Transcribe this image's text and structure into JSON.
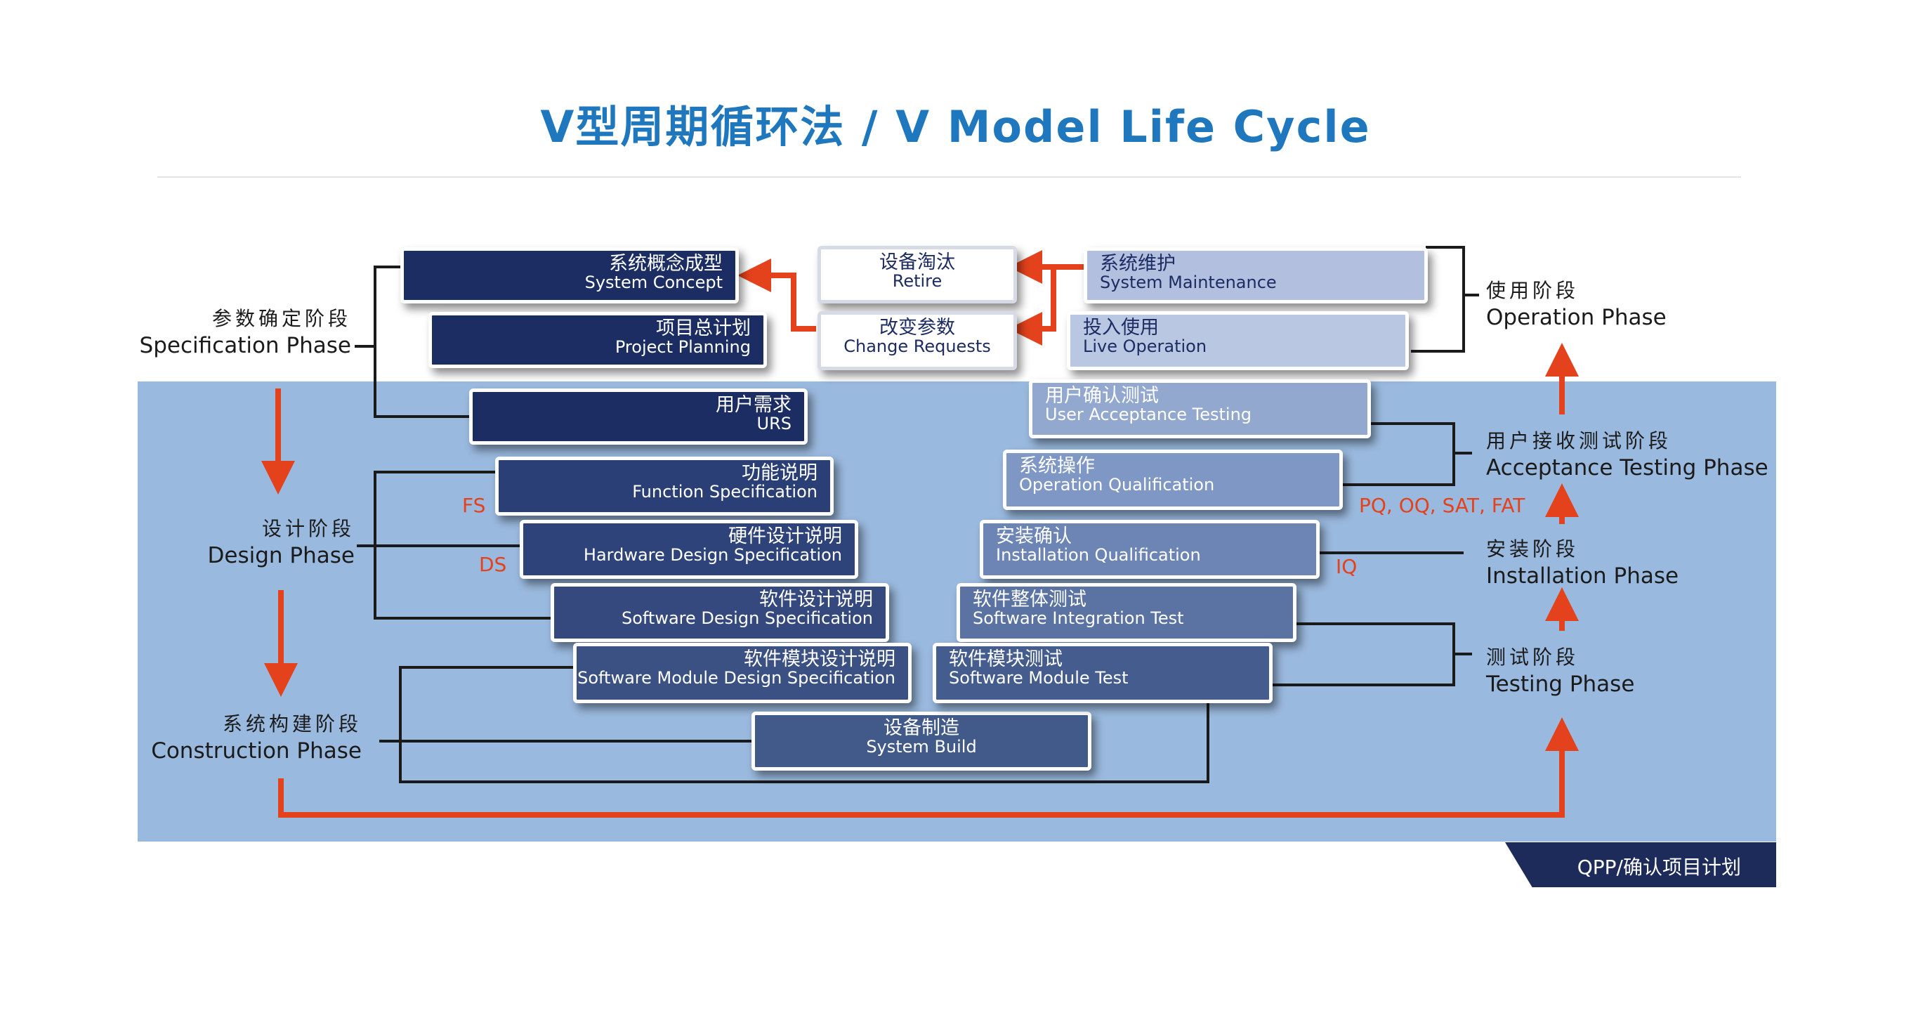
{
  "title": "V型周期循环法 / V Model Life Cycle",
  "colors": {
    "title": "#1f77bd",
    "band": "#9ab9de",
    "arrow": "#e4421c",
    "footer": "#1d2b5a"
  },
  "left_boxes": [
    {
      "zh": "系统概念成型",
      "en": "System Concept"
    },
    {
      "zh": "项目总计划",
      "en": "Project Planning"
    },
    {
      "zh": "用户需求",
      "en": "URS"
    },
    {
      "zh": "功能说明",
      "en": "Function Specification"
    },
    {
      "zh": "硬件设计说明",
      "en": "Hardware  Design Specification"
    },
    {
      "zh": "软件设计说明",
      "en": "Software  Design Specification"
    },
    {
      "zh": "软件模块设计说明",
      "en": "Software  Module  Design Specification"
    }
  ],
  "center_boxes": {
    "retire": {
      "zh": "设备淘汰",
      "en": "Retire"
    },
    "change": {
      "zh": "改变参数",
      "en": "Change Requests"
    },
    "build": {
      "zh": "设备制造",
      "en": "System Build"
    }
  },
  "right_boxes": [
    {
      "zh": "系统维护",
      "en": "System Maintenance"
    },
    {
      "zh": "投入使用",
      "en": "Live Operation"
    },
    {
      "zh": "用户确认测试",
      "en": "User Acceptance Testing"
    },
    {
      "zh": "系统操作",
      "en": "Operation Qualification"
    },
    {
      "zh": "安装确认",
      "en": "Installation Qualification"
    },
    {
      "zh": "软件整体测试",
      "en": "Software Integration Test"
    },
    {
      "zh": "软件模块测试",
      "en": "Software Module Test"
    }
  ],
  "phases_left": [
    {
      "zh": "参数确定阶段",
      "en": "Specification Phase"
    },
    {
      "zh": "设计阶段",
      "en": "Design Phase"
    },
    {
      "zh": "系统构建阶段",
      "en": "Construction Phase"
    }
  ],
  "phases_right": [
    {
      "zh": "使用阶段",
      "en": "Operation Phase"
    },
    {
      "zh": "用户接收测试阶段",
      "en": "Acceptance Testing  Phase"
    },
    {
      "zh": "安装阶段",
      "en": "Installation  Phase"
    },
    {
      "zh": "测试阶段",
      "en": "Testing  Phase"
    }
  ],
  "tags": {
    "fs": "FS",
    "ds": "DS",
    "pq": "PQ, OQ, SAT, FAT",
    "iq": "IQ"
  },
  "footer": "QPP/确认项目计划"
}
